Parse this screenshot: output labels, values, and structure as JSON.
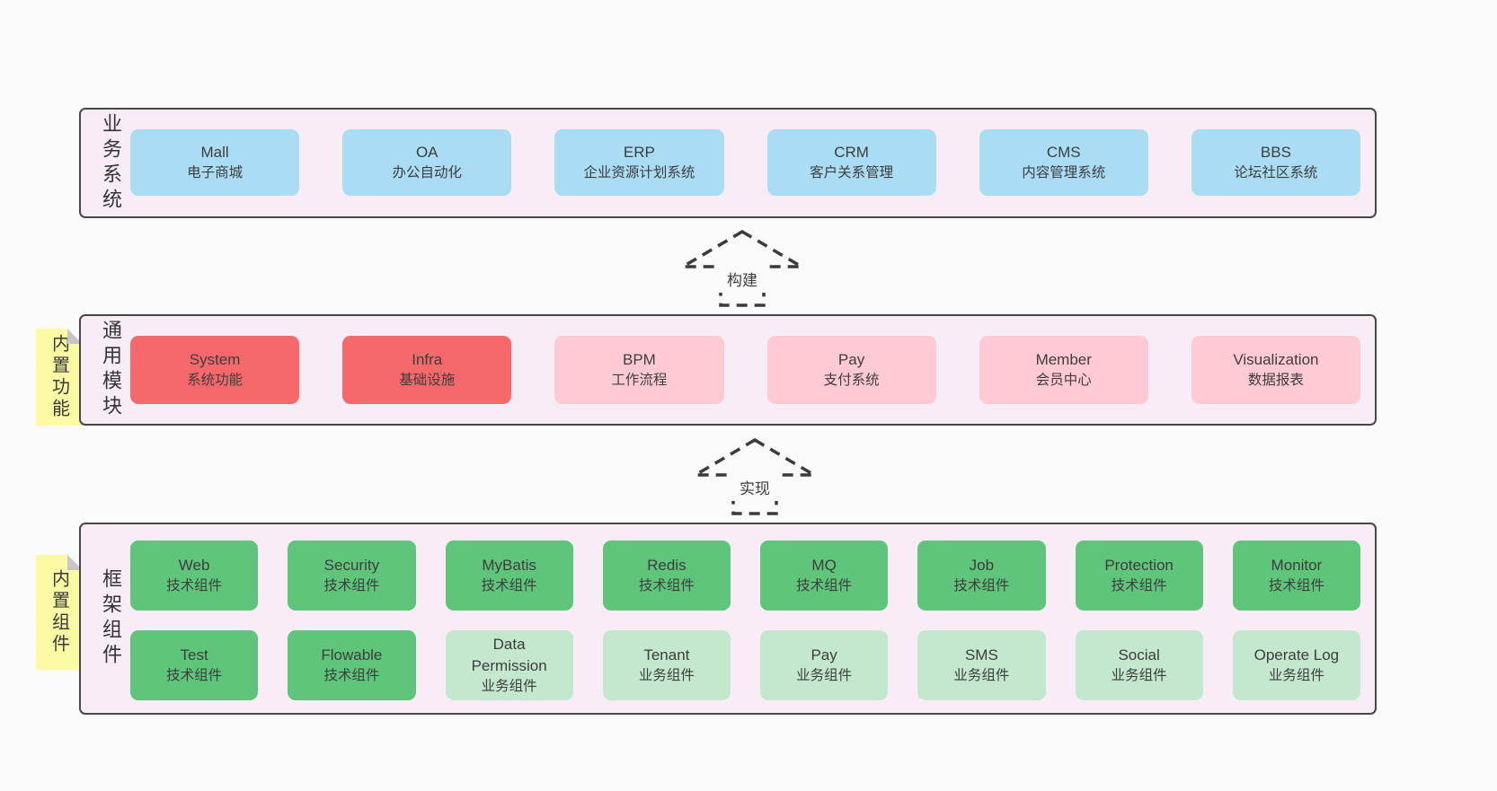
{
  "page": {
    "background": "#fafafa"
  },
  "colors": {
    "band_background": "#f8edf6",
    "band_border": "#474747",
    "system_blue": "#aadcf4",
    "module_red": "#f5696d",
    "module_pink": "#ffcad3",
    "tech_green": "#5fc57b",
    "business_light_green": "#c4e8cd",
    "sticky_yellow": "#fbf9a4",
    "sticky_fold_gray": "#c6c6c8",
    "text": "#3d3d3d"
  },
  "stickies": [
    {
      "label": "内置功能"
    },
    {
      "label": "内置组件"
    }
  ],
  "arrows": [
    {
      "label": "构建"
    },
    {
      "label": "实现"
    }
  ],
  "bands": [
    {
      "label": "业务系统",
      "boxes": [
        {
          "title": "Mall",
          "subtitle": "电子商城"
        },
        {
          "title": "OA",
          "subtitle": "办公自动化"
        },
        {
          "title": "ERP",
          "subtitle": "企业资源计划系统"
        },
        {
          "title": "CRM",
          "subtitle": "客户关系管理"
        },
        {
          "title": "CMS",
          "subtitle": "内容管理系统"
        },
        {
          "title": "BBS",
          "subtitle": "论坛社区系统"
        }
      ]
    },
    {
      "label": "通用模块",
      "boxes": [
        {
          "title": "System",
          "subtitle": "系统功能"
        },
        {
          "title": "Infra",
          "subtitle": "基础设施"
        },
        {
          "title": "BPM",
          "subtitle": "工作流程"
        },
        {
          "title": "Pay",
          "subtitle": "支付系统"
        },
        {
          "title": "Member",
          "subtitle": "会员中心"
        },
        {
          "title": "Visualization",
          "subtitle": "数据报表"
        }
      ]
    },
    {
      "label": "框架组件",
      "row1": [
        {
          "title": "Web",
          "subtitle": "技术组件"
        },
        {
          "title": "Security",
          "subtitle": "技术组件"
        },
        {
          "title": "MyBatis",
          "subtitle": "技术组件"
        },
        {
          "title": "Redis",
          "subtitle": "技术组件"
        },
        {
          "title": "MQ",
          "subtitle": "技术组件"
        },
        {
          "title": "Job",
          "subtitle": "技术组件"
        },
        {
          "title": "Protection",
          "subtitle": "技术组件"
        },
        {
          "title": "Monitor",
          "subtitle": "技术组件"
        }
      ],
      "row2": [
        {
          "title": "Test",
          "subtitle": "技术组件"
        },
        {
          "title": "Flowable",
          "subtitle": "技术组件"
        },
        {
          "title": "Data\nPermission",
          "subtitle": "业务组件"
        },
        {
          "title": "Tenant",
          "subtitle": "业务组件"
        },
        {
          "title": "Pay",
          "subtitle": "业务组件"
        },
        {
          "title": "SMS",
          "subtitle": "业务组件"
        },
        {
          "title": "Social",
          "subtitle": "业务组件"
        },
        {
          "title": "Operate Log",
          "subtitle": "业务组件"
        }
      ]
    }
  ]
}
